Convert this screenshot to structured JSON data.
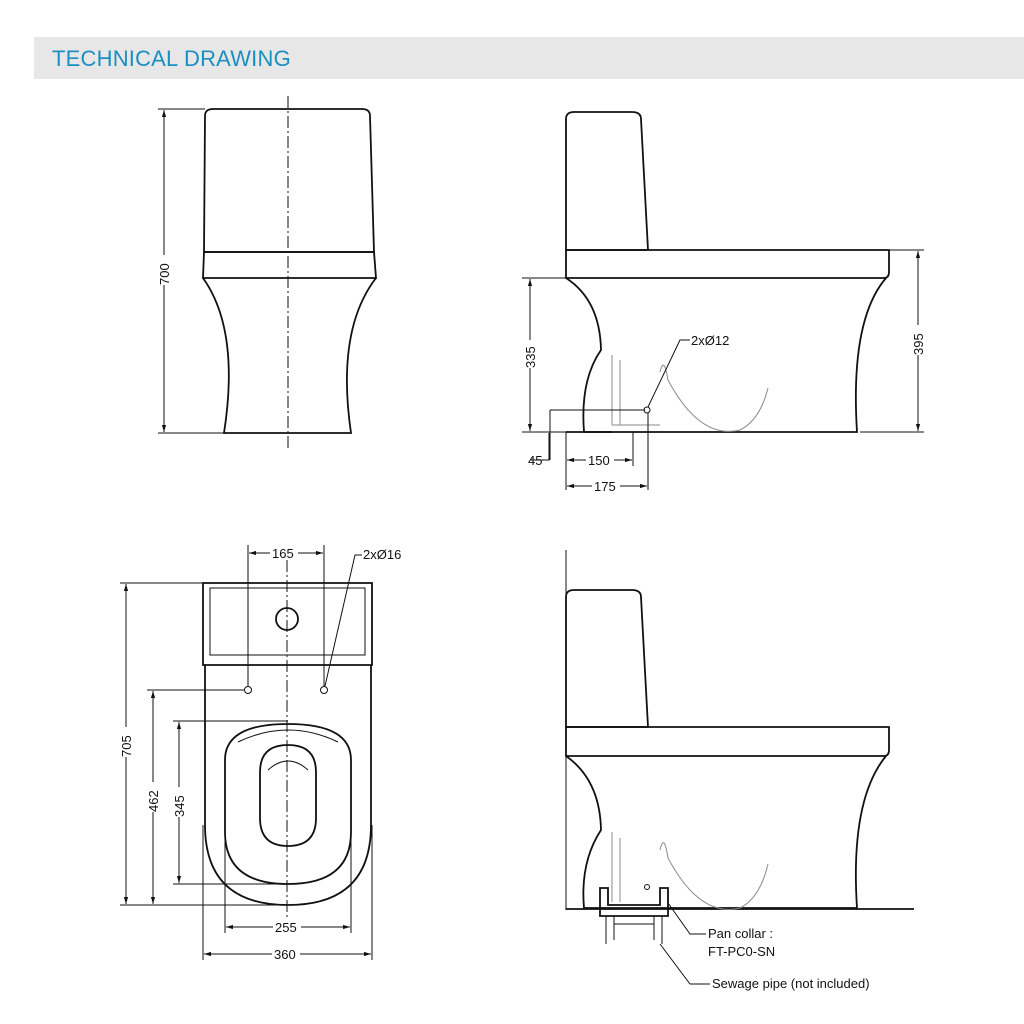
{
  "header": {
    "title": "TECHNICAL DRAWING"
  },
  "front_view": {
    "height_dim": "700"
  },
  "side_view": {
    "inlet_dim": "335",
    "seat_dim": "395",
    "holes_callout": "2xØ12",
    "offset_small": "45",
    "offset_150": "150",
    "offset_175": "175"
  },
  "top_view": {
    "tank_dim": "165",
    "holes_callout": "2xØ16",
    "depth_705": "705",
    "depth_462": "462",
    "depth_345": "345",
    "seat_width": "255",
    "overall_width": "360"
  },
  "detail_view": {
    "pan_collar_label": "Pan collar :",
    "pan_collar_code": "FT-PC0-SN",
    "sewage_label": "Sewage pipe (not included)"
  }
}
